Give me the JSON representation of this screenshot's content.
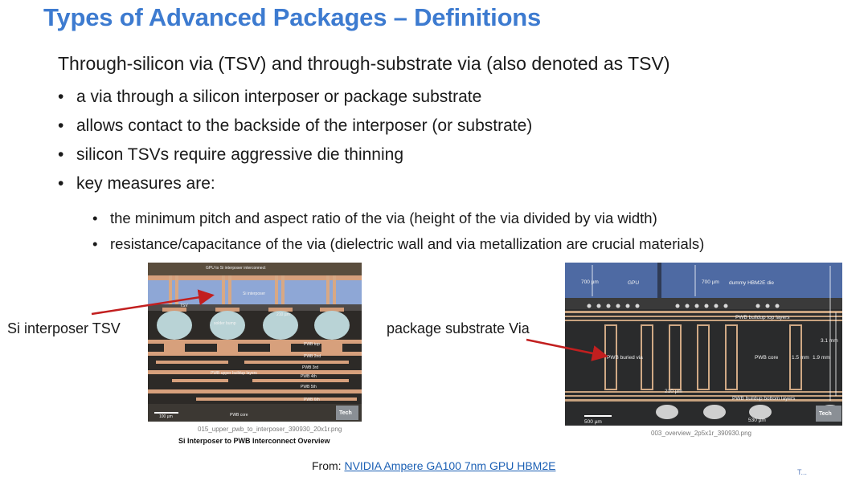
{
  "slide": {
    "title": "Types of Advanced Packages – Definitions",
    "subtitle": "Through-silicon via (TSV) and through-substrate via (also denoted as TSV)",
    "bullets": [
      "a via through a silicon interposer or package substrate",
      "allows contact to the backside of the interposer (or substrate)",
      "silicon TSVs require aggressive die thinning",
      "key measures are:"
    ],
    "sub_bullets": [
      "the minimum pitch and aspect ratio of the via (height of the via divided by via width)",
      "resistance/capacitance of the via (dielectric wall and via metallization are crucial materials)"
    ],
    "left_label": "Si interposer TSV",
    "right_label": "package substrate Via",
    "footer_prefix": "From: ",
    "footer_link": "NVIDIA Ampere GA100 7nm GPU HBM2E",
    "page_marker": "T..."
  },
  "left_image": {
    "top_label": "GPU to Si interposer interconnect",
    "interposer_label": "Si interposer",
    "tsv_label": "TSV",
    "solder_label": "solder bump",
    "pitch_label": "210 µm",
    "pwb_top": "PWB top",
    "pwb_upper_label": "PWB upper buildup layers",
    "pwb_core": "PWB core",
    "scale": "100 µm",
    "layer_labels": [
      "PWB top",
      "PWB 2nd",
      "PWB 3rd",
      "PWB 4th",
      "PWB 5th",
      "PWB 6th"
    ],
    "logo": "Tech",
    "file_caption": "015_upper_pwb_to_interposer_390930_20x1r.png",
    "bold_caption": "Si Interposer to PWB Interconnect Overview"
  },
  "right_image": {
    "gpu_thick": "700 µm",
    "gpu_label": "GPU",
    "hbm_thick": "700 µm",
    "hbm_label": "dummy HBM2E die",
    "buildup_top": "PWB buildup top layers",
    "buried_via": "PWB buried via",
    "pwb_core": "PWB core",
    "core_thick": "1.5 mm",
    "total_thick": "1.9 mm",
    "outer_thick": "3.1 mm",
    "via_pitch": "210 µm",
    "buildup_bottom": "PWB buildup bottom layers",
    "scale": "500 µm",
    "ball_pitch": "530 µm",
    "logo": "Tech",
    "file_caption": "003_overview_2p5x1r_390930.png"
  }
}
